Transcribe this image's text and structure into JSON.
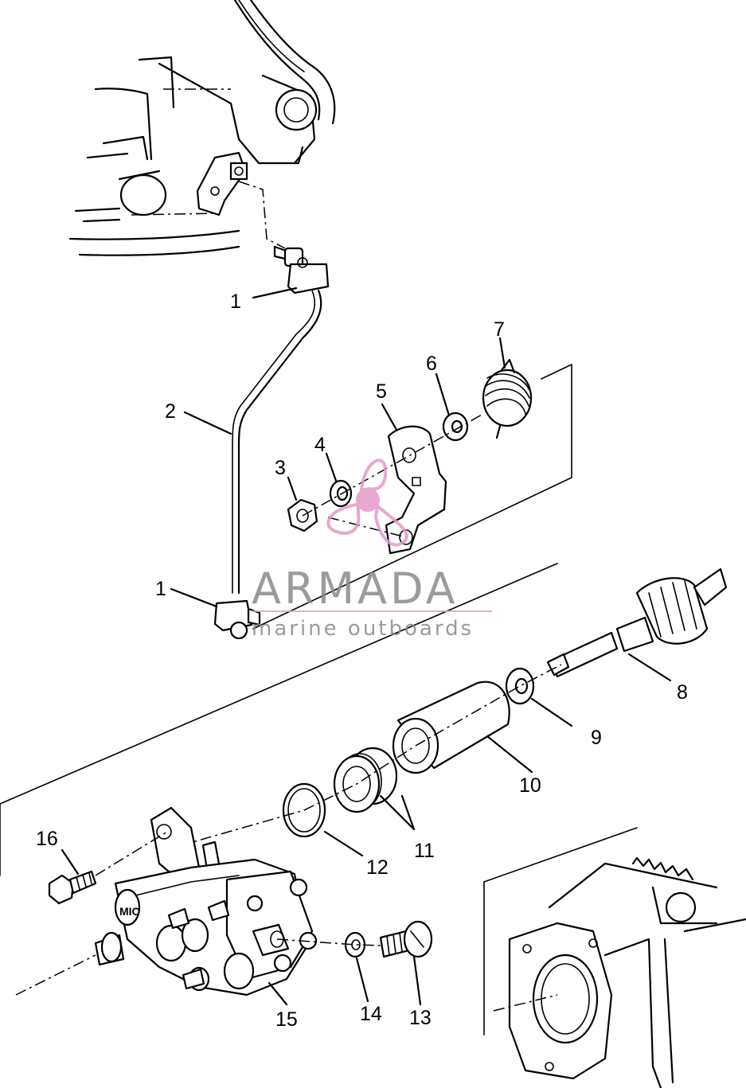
{
  "watermark": {
    "title": "ARMADA",
    "subtitle": "marine outboards",
    "logo_icon": "propeller-icon",
    "logo_color": "#e59ac8",
    "text_color": "#8a8a8a",
    "underline_color": "#e59ac8"
  },
  "callouts": [
    {
      "id": "c1a",
      "label": "1"
    },
    {
      "id": "c2",
      "label": "2"
    },
    {
      "id": "c3",
      "label": "3"
    },
    {
      "id": "c4",
      "label": "4"
    },
    {
      "id": "c5",
      "label": "5"
    },
    {
      "id": "c6",
      "label": "6"
    },
    {
      "id": "c7",
      "label": "7"
    },
    {
      "id": "c1b",
      "label": "1"
    },
    {
      "id": "c8",
      "label": "8"
    },
    {
      "id": "c9",
      "label": "9"
    },
    {
      "id": "c10",
      "label": "10"
    },
    {
      "id": "c11",
      "label": "11"
    },
    {
      "id": "c12",
      "label": "12"
    },
    {
      "id": "c16",
      "label": "16"
    },
    {
      "id": "c15",
      "label": "15"
    },
    {
      "id": "c14",
      "label": "14"
    },
    {
      "id": "c13",
      "label": "13"
    }
  ]
}
